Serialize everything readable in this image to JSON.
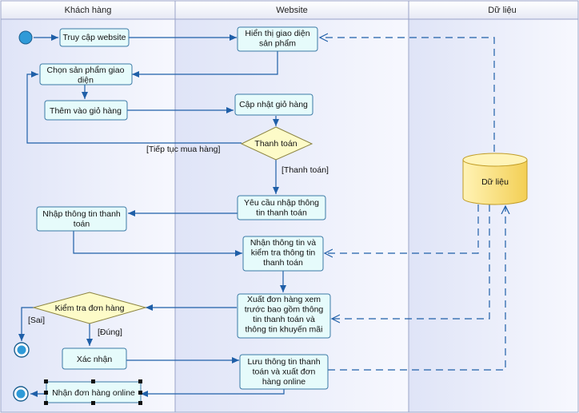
{
  "lanes": {
    "customer": "Khách hàng",
    "website": "Website",
    "data": "Dữ liệu"
  },
  "nodes": {
    "access_website": [
      "Truy cập website"
    ],
    "show_products": [
      "Hiển thị giao diện",
      "sản phẩm"
    ],
    "choose_product": [
      "Chọn sản phẩm giao",
      "diện"
    ],
    "add_to_cart": [
      "Thêm vào giỏ hàng"
    ],
    "update_cart": [
      "Cập nhật giỏ hàng"
    ],
    "checkout_decision": [
      "Thanh toán"
    ],
    "request_info": [
      "Yêu cầu nhập thông",
      "tin thanh toán"
    ],
    "enter_info": [
      "Nhập thông tin thanh",
      "toán"
    ],
    "receive_check": [
      "Nhận thông tin và",
      "kiểm tra thông tin",
      "thanh toán"
    ],
    "export_order": [
      "Xuất đơn hàng xem",
      "trước bao gồm thông",
      "tin thanh toán và",
      "thông tin khuyến mãi"
    ],
    "check_order": [
      "Kiểm tra đơn hàng"
    ],
    "confirm": [
      "Xác nhận"
    ],
    "save_export": [
      "Lưu thông tin thanh",
      "toán và xuất đơn",
      "hàng online"
    ],
    "receive_order": [
      "Nhận đơn hàng online"
    ],
    "datastore": [
      "Dữ liệu"
    ]
  },
  "edge_labels": {
    "continue_shopping": "[Tiếp tục mua hàng]",
    "pay": "[Thanh toán]",
    "wrong": "[Sai]",
    "correct": "[Đúng]"
  },
  "colors": {
    "lane_fill": "#eef0fb",
    "lane_border": "#7f8ab8",
    "node_fill": "#e6fbfb",
    "node_border": "#3b7aa6",
    "arrow": "#1f5fa8",
    "decision_fill": "#fdfbc8",
    "decision_border": "#8c8440",
    "db_fill": "#fbe58a",
    "db_border": "#c09b24",
    "start_fill": "#2f9ad8"
  }
}
